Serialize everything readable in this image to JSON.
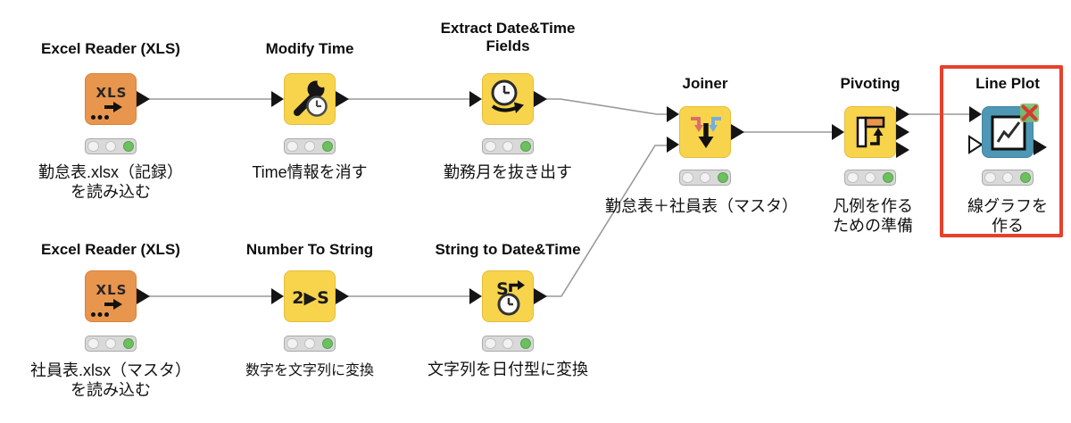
{
  "workflow": {
    "nodes": [
      {
        "id": "excel-reader-top",
        "title": [
          "Excel Reader (XLS)"
        ],
        "label": [
          "勤怠表.xlsx（記録）",
          "を読み込む"
        ],
        "status": "executed"
      },
      {
        "id": "modify-time",
        "title": [
          "Modify Time"
        ],
        "label": [
          "Time情報を消す"
        ],
        "status": "executed"
      },
      {
        "id": "extract-datetime-fields",
        "title": [
          "Extract Date&Time",
          "Fields"
        ],
        "label": [
          "勤務月を抜き出す"
        ],
        "status": "executed"
      },
      {
        "id": "joiner",
        "title": [
          "Joiner"
        ],
        "label": [
          "勤怠表＋社員表（マスタ）"
        ],
        "status": "executed"
      },
      {
        "id": "pivoting",
        "title": [
          "Pivoting"
        ],
        "label": [
          "凡例を作る",
          "ための準備"
        ],
        "status": "executed"
      },
      {
        "id": "line-plot",
        "title": [
          "Line Plot"
        ],
        "label": [
          "線グラフを",
          "作る"
        ],
        "status": "executed"
      },
      {
        "id": "excel-reader-bottom",
        "title": [
          "Excel Reader (XLS)"
        ],
        "label": [
          "社員表.xlsx（マスタ）",
          "を読み込む"
        ],
        "status": "executed"
      },
      {
        "id": "number-to-string",
        "title": [
          "Number To String"
        ],
        "label": [
          "数字を文字列に変換"
        ],
        "status": "executed"
      },
      {
        "id": "string-to-datetime",
        "title": [
          "String to Date&Time"
        ],
        "label": [
          "文字列を日付型に変換"
        ],
        "status": "executed"
      }
    ],
    "connections": [
      {
        "from": "excel-reader-top",
        "to": "modify-time"
      },
      {
        "from": "modify-time",
        "to": "extract-datetime-fields"
      },
      {
        "from": "extract-datetime-fields",
        "to": "joiner",
        "to_port": "in1"
      },
      {
        "from": "string-to-datetime",
        "to": "joiner",
        "to_port": "in2"
      },
      {
        "from": "joiner",
        "to": "pivoting"
      },
      {
        "from": "pivoting",
        "from_port": "out1",
        "to": "line-plot"
      },
      {
        "from": "excel-reader-bottom",
        "to": "number-to-string"
      },
      {
        "from": "number-to-string",
        "to": "string-to-datetime"
      }
    ],
    "annotation": {
      "type": "highlight-rectangle",
      "around": "line-plot",
      "color": "#E8402C"
    },
    "line_plot_badge": "red-x-on-green"
  },
  "icons": {
    "xls_text": "XLS",
    "number_to_string_text": "2▶S",
    "string_to_datetime_text": "S"
  },
  "colors": {
    "node_orange": "#E8954E",
    "node_yellow": "#F7D44C",
    "node_blue": "#4E97B5",
    "wire_gray": "#999999",
    "port_black": "#141414",
    "traffic_bg": "#D9D9D9",
    "light_off": "#F2F2F2",
    "light_green": "#6CC05E",
    "highlight_red": "#E8402C",
    "badge_green": "#7ABF6C",
    "badge_x_red": "#D63C2E",
    "joiner_red_arrow": "#DF6B6B",
    "joiner_blue_arrow": "#76AEDC"
  }
}
